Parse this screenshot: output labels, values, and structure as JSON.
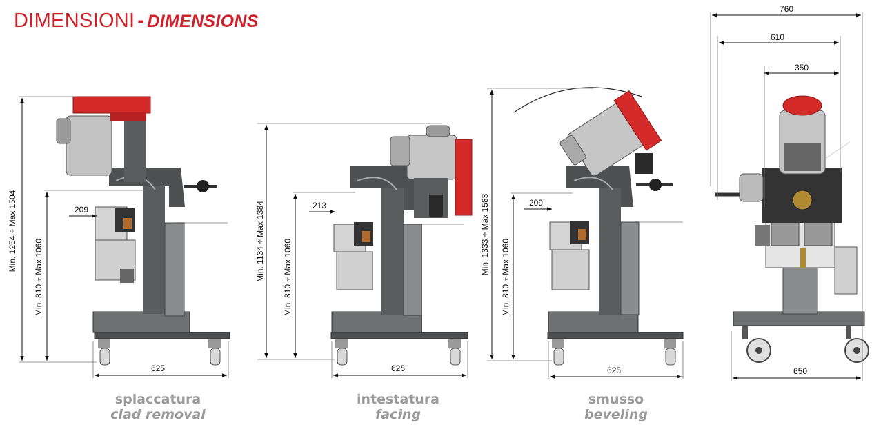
{
  "header": {
    "title_it": "DIMENSIONI",
    "separator": "-",
    "title_en": "DIMENSIONS"
  },
  "colors": {
    "brand_red": "#d0212a",
    "machine_red": "#d42a2a",
    "machine_gray": "#5a5c5e",
    "caption_gray": "#9a9a9a"
  },
  "views": [
    {
      "caption_it": "splaccatura",
      "caption_en": "clad removal",
      "height_total": "Min. 1254 ÷ Max 1504",
      "height_table": "Min. 810 ÷ Max 1060",
      "offset": "209",
      "base_width": "625"
    },
    {
      "caption_it": "intestatura",
      "caption_en": "facing",
      "height_total": "Min. 1134 ÷ Max 1384",
      "height_table": "Min. 810 ÷ Max 1060",
      "offset": "213",
      "base_width": "625"
    },
    {
      "caption_it": "smusso",
      "caption_en": "beveling",
      "height_total": "Min. 1333 ÷ Max 1583",
      "height_table": "Min. 810 ÷ Max 1060",
      "offset": "209",
      "base_width": "625"
    }
  ],
  "front_view": {
    "width_overall": "760",
    "width_mid": "610",
    "width_head": "350",
    "width_base": "650"
  }
}
